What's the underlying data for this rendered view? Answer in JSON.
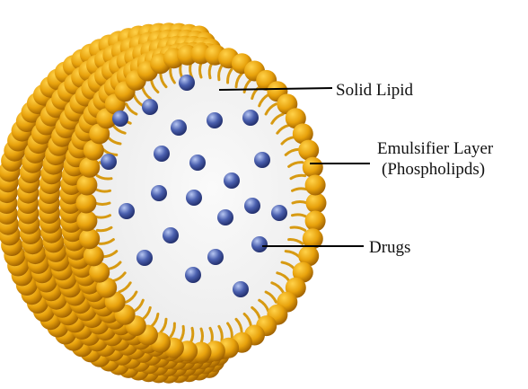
{
  "labels": {
    "solid_lipid": "Solid Lipid",
    "emulsifier_line1": "Emulsifier Layer",
    "emulsifier_line2": "(Phospholipds)",
    "drugs": "Drugs"
  },
  "colors": {
    "lipid_core": "#f2f2f2",
    "head_light": "#ffd24a",
    "head_mid": "#e8a20c",
    "head_dark": "#9a5d00",
    "tail": "#d79a12",
    "drug_light": "#b6c6f2",
    "drug_mid": "#4a5fae",
    "drug_dark": "#1e2a66",
    "callout_line": "#000000"
  },
  "icons": {
    "particle": "solid-lipid-nanoparticle",
    "drug": "drug-molecule-sphere",
    "phospholipid": "phospholipid-head-sphere"
  }
}
